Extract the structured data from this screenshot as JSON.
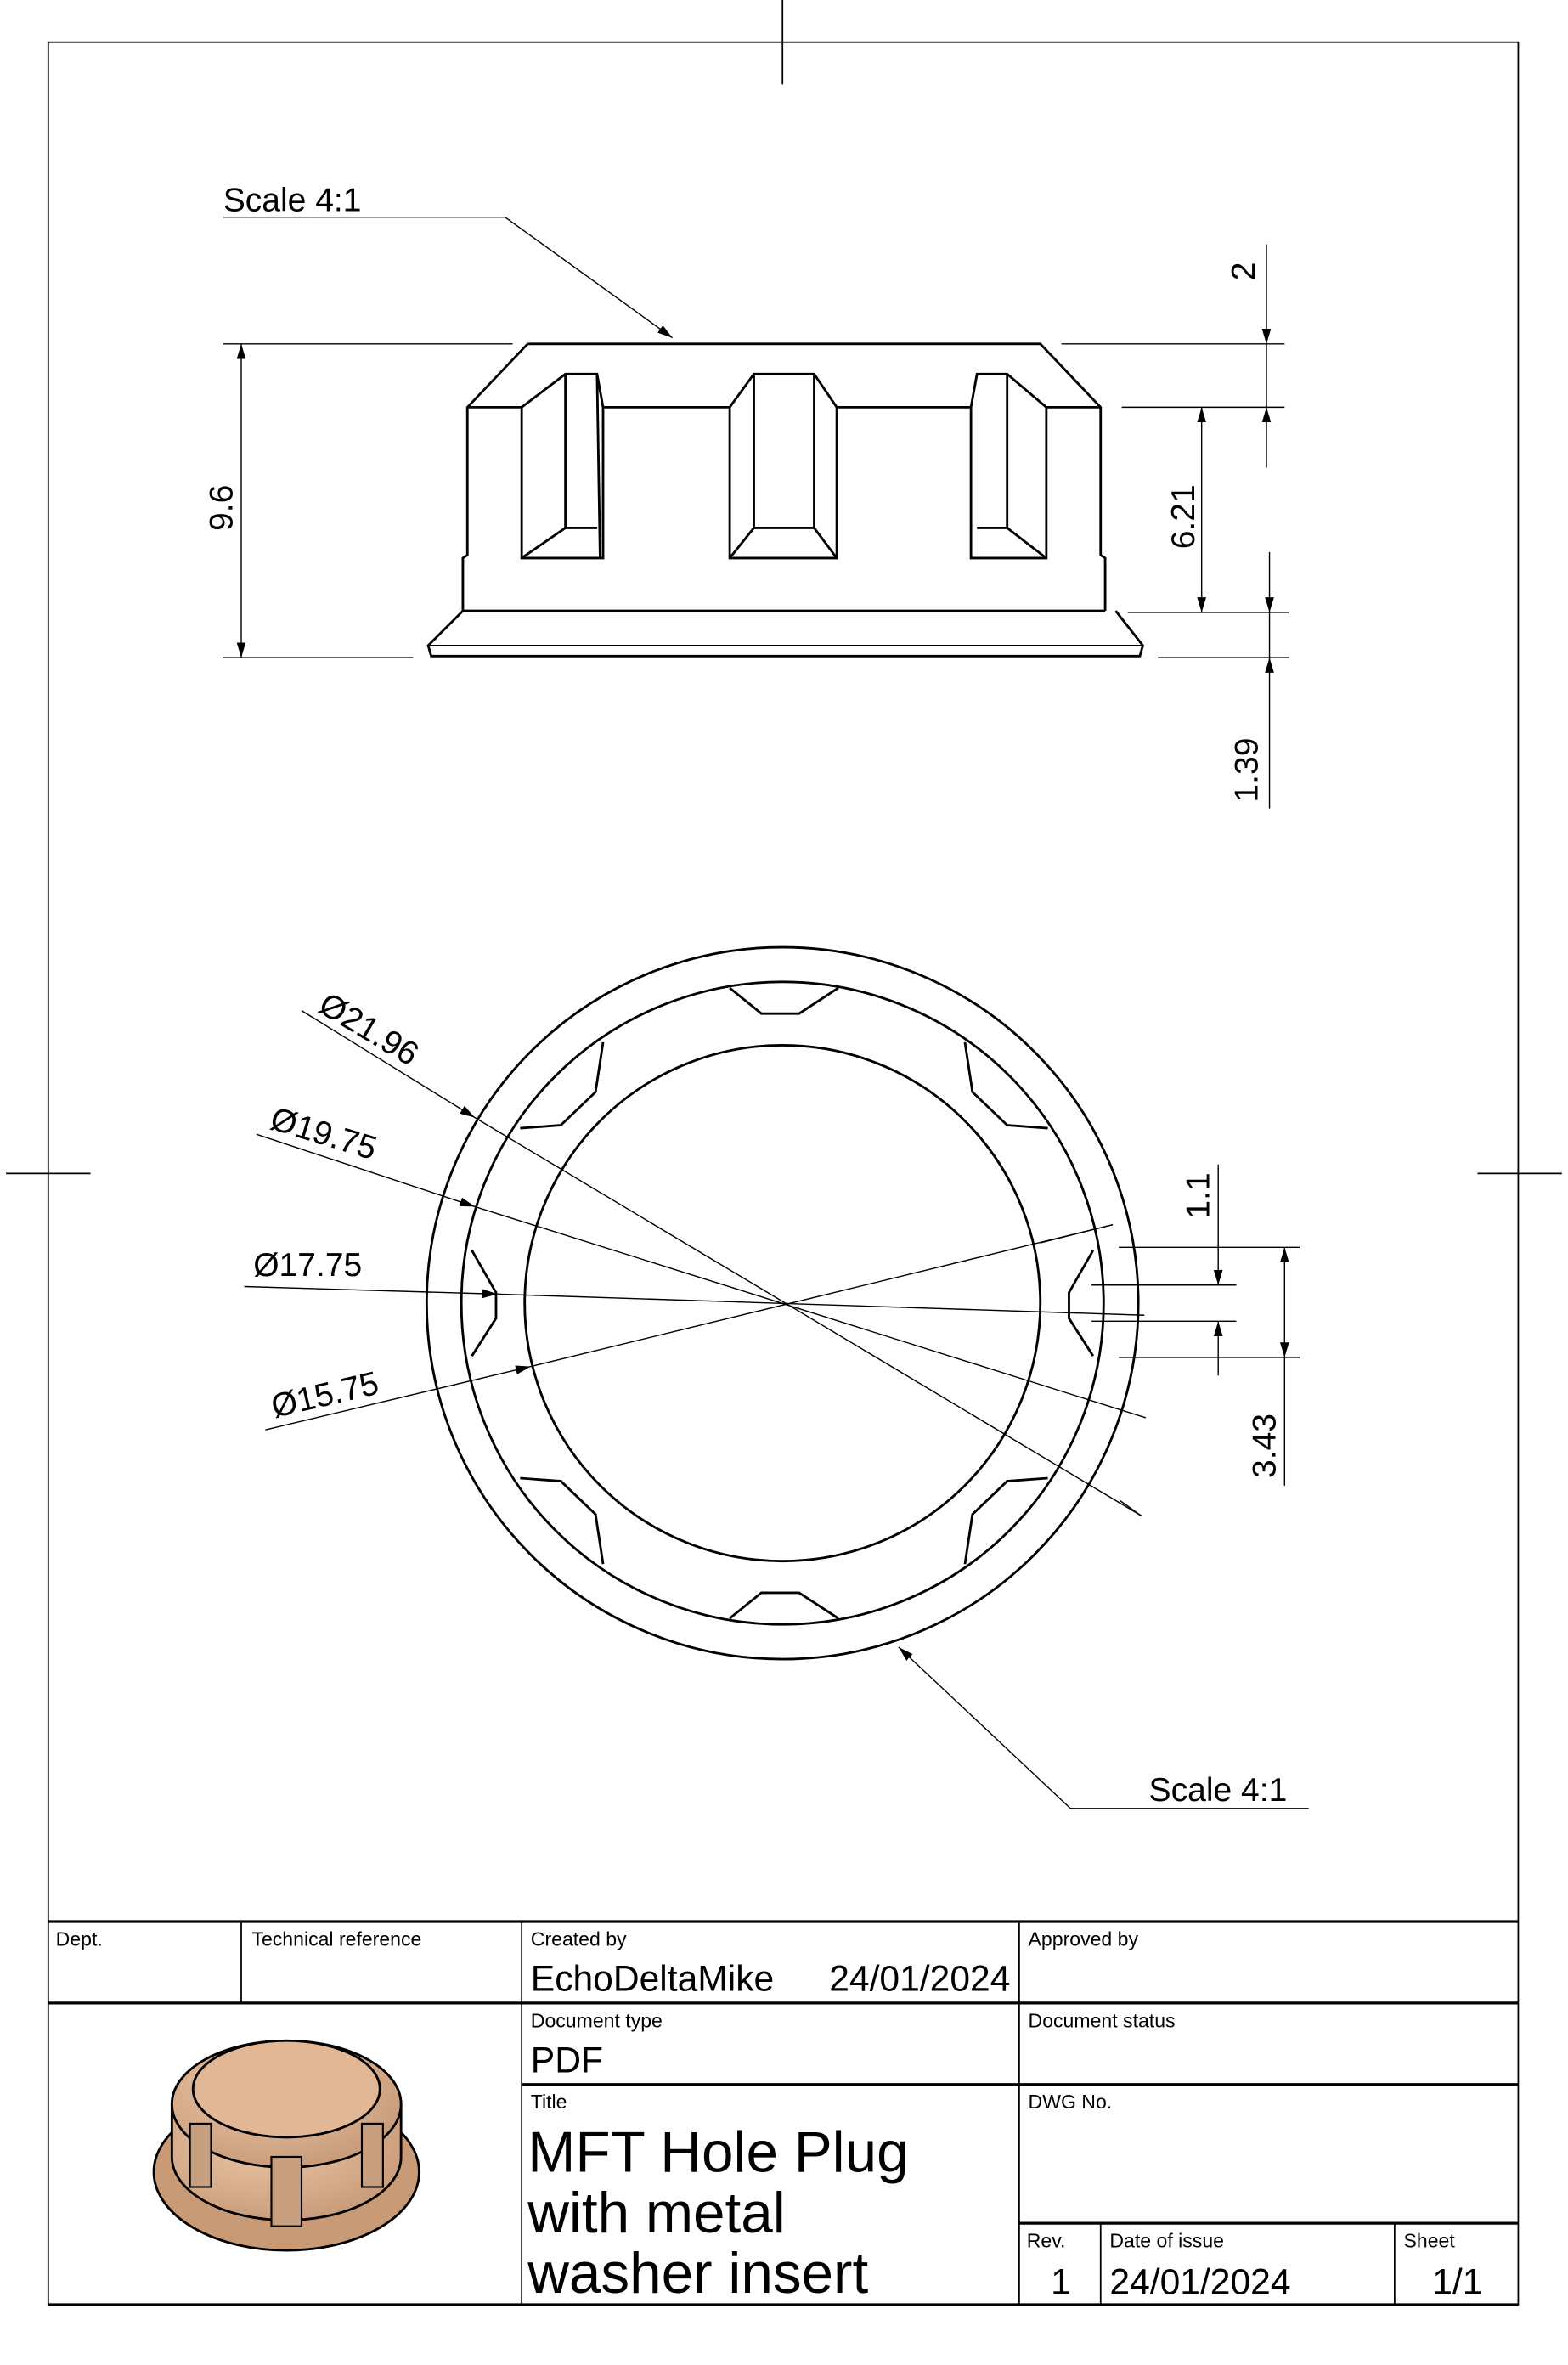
{
  "drawing": {
    "side_view": {
      "scale_label": "Scale 4:1",
      "dimensions": {
        "overall_height": "9.6",
        "top_chamfer": "2",
        "rib_height": "6.21",
        "flange_height": "1.39"
      }
    },
    "top_view": {
      "scale_label": "Scale 4:1",
      "dimensions": {
        "d1": "Ø21.96",
        "d2": "Ø19.75",
        "d3": "Ø17.75",
        "d4": "Ø15.75",
        "rib_width": "1.1",
        "rib_span": "3.43"
      }
    }
  },
  "title_block": {
    "dept_label": "Dept.",
    "dept_value": "",
    "tech_ref_label": "Technical reference",
    "tech_ref_value": "",
    "created_by_label": "Created by",
    "created_by_value": "EchoDeltaMike",
    "created_date": "24/01/2024",
    "approved_by_label": "Approved by",
    "approved_by_value": "",
    "doc_type_label": "Document type",
    "doc_type_value": "PDF",
    "doc_status_label": "Document status",
    "doc_status_value": "",
    "title_label": "Title",
    "title_line1": "MFT Hole Plug",
    "title_line2": "with metal",
    "title_line3": "washer insert",
    "dwg_no_label": "DWG No.",
    "dwg_no_value": "",
    "rev_label": "Rev.",
    "rev_value": "1",
    "date_of_issue_label": "Date of issue",
    "date_of_issue_value": "24/01/2024",
    "sheet_label": "Sheet",
    "sheet_value": "1/1"
  },
  "colors": {
    "line": "#000000",
    "paper": "#ffffff",
    "part_render": "#e2b796"
  }
}
